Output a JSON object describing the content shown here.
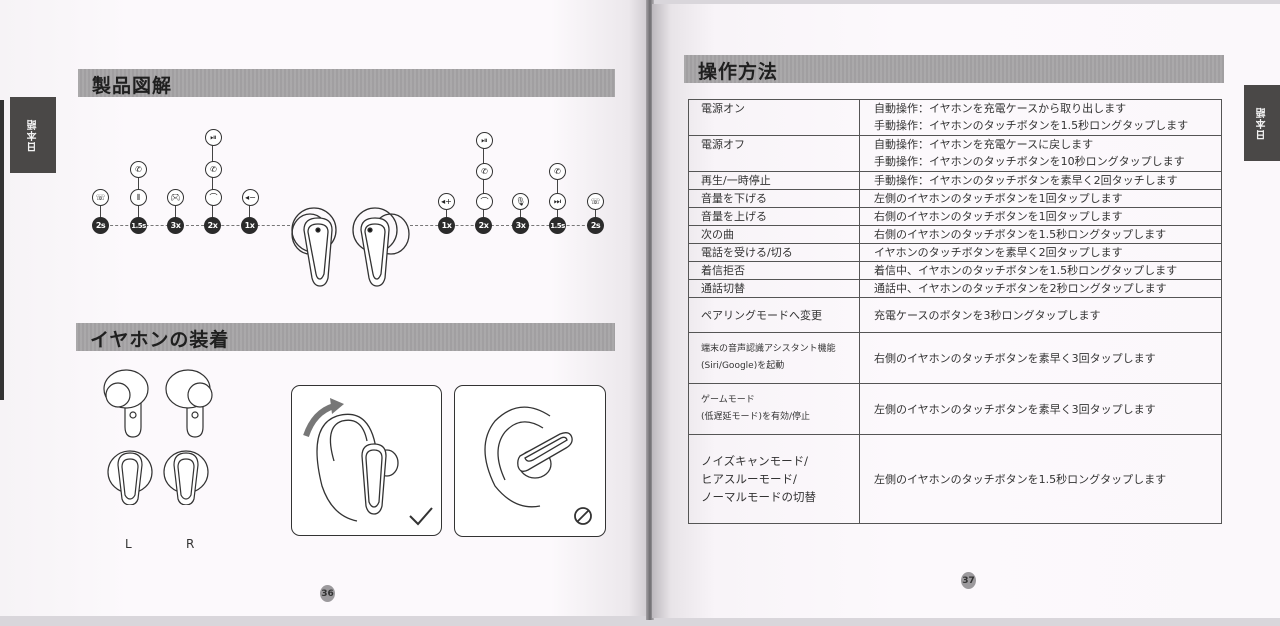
{
  "left_page": {
    "lang_tab": "日本語",
    "section1_title": "製品図解",
    "section2_title": "イヤホンの装着",
    "page_number": "36",
    "left_earbud_controls": [
      {
        "badge": "2s",
        "icons": [
          "voice-call-switch"
        ]
      },
      {
        "badge": "1.5s",
        "icons": [
          "noise-mode",
          "reject-call"
        ]
      },
      {
        "badge": "3x",
        "icons": [
          "game-mode"
        ]
      },
      {
        "badge": "2x",
        "icons": [
          "answer-hangup",
          "call",
          "play-pause"
        ]
      },
      {
        "badge": "1x",
        "icons": [
          "volume-down"
        ]
      }
    ],
    "right_earbud_controls": [
      {
        "badge": "1x",
        "icons": [
          "volume-up"
        ]
      },
      {
        "badge": "2x",
        "icons": [
          "answer-hangup",
          "call",
          "play-pause"
        ]
      },
      {
        "badge": "3x",
        "icons": [
          "voice-assistant"
        ]
      },
      {
        "badge": "1.5s",
        "icons": [
          "next-track",
          "reject-call"
        ]
      },
      {
        "badge": "2s",
        "icons": [
          "voice-call-switch"
        ]
      }
    ],
    "earbud_labels": [
      "L",
      "R"
    ],
    "wear_marks": {
      "correct": "✓",
      "incorrect": "⊘"
    }
  },
  "right_page": {
    "lang_tab": "日本語",
    "section_title": "操作方法",
    "page_number": "37",
    "table": [
      {
        "action": "電源オン",
        "method": [
          "自動操作：イヤホンを充電ケースから取り出します",
          "手動操作：イヤホンのタッチボタンを1.5秒ロングタップします"
        ]
      },
      {
        "action": "電源オフ",
        "method": [
          "自動操作：イヤホンを充電ケースに戻します",
          "手動操作：イヤホンのタッチボタンを10秒ロングタップします"
        ]
      },
      {
        "action": "再生/一時停止",
        "method": [
          "手動操作：イヤホンのタッチボタンを素早く2回タッチします"
        ]
      },
      {
        "action": "音量を下げる",
        "method": [
          "左側のイヤホンのタッチボタンを1回タップします"
        ]
      },
      {
        "action": "音量を上げる",
        "method": [
          "右側のイヤホンのタッチボタンを1回タップします"
        ]
      },
      {
        "action": "次の曲",
        "method": [
          "右側のイヤホンのタッチボタンを1.5秒ロングタップします"
        ]
      },
      {
        "action": "電話を受ける/切る",
        "method": [
          "イヤホンのタッチボタンを素早く2回タップします"
        ]
      },
      {
        "action": "着信拒否",
        "method": [
          "着信中、イヤホンのタッチボタンを1.5秒ロングタップします"
        ]
      },
      {
        "action": "通話切替",
        "method": [
          "通話中、イヤホンのタッチボタンを2秒ロングタップします"
        ]
      },
      {
        "action": "ペアリングモードへ変更",
        "method": [
          "充電ケースのボタンを3秒ロングタップします"
        ]
      },
      {
        "action": [
          "端末の音声認識アシスタント機能",
          "(Siri/Google)を起動"
        ],
        "method": [
          "右側のイヤホンのタッチボタンを素早く3回タップします"
        ]
      },
      {
        "action": [
          "ゲームモード",
          "(低遅延モード)を有効/停止"
        ],
        "method": [
          "左側のイヤホンのタッチボタンを素早く3回タップします"
        ]
      },
      {
        "action": [
          "ノイズキャンモード/",
          "ヒアスルーモード/",
          "ノーマルモードの切替"
        ],
        "method": [
          "左側のイヤホンのタッチボタンを1.5秒ロングタップします"
        ]
      }
    ]
  }
}
